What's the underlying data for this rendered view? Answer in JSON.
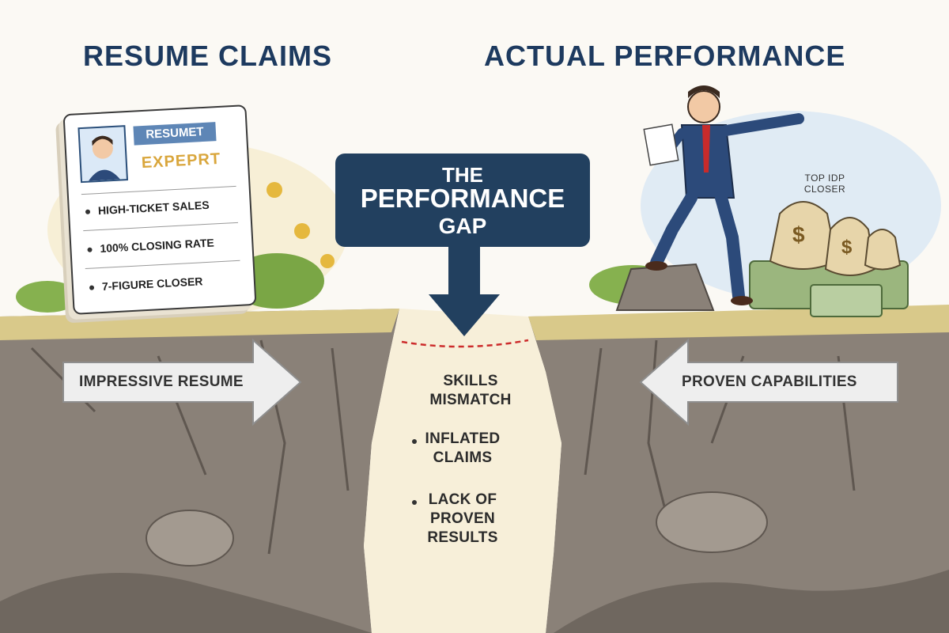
{
  "headings": {
    "left": "RESUME CLAIMS",
    "right": "ACTUAL PERFORMANCE"
  },
  "resume": {
    "tag": "RESUMET",
    "expert": "EXPEPRT",
    "items": [
      "HIGH-TICKET SALES",
      "100% CLOSING RATE",
      "7-FIGURE CLOSER"
    ]
  },
  "gap_box": {
    "line1": "THE",
    "line2": "PERFORMANCE",
    "line3": "GAP"
  },
  "arrows": {
    "left": "IMPRESSIVE RESUME",
    "right": "PROVEN CAPABILITIES"
  },
  "gap_items": [
    "SKILLS MISMATCH",
    "INFLATED CLAIMS",
    "LACK OF PROVEN RESULTS"
  ],
  "top_closer": "TOP IDP CLOSER",
  "colors": {
    "navy": "#22405f",
    "heading": "#1d3a5f",
    "rock": "#7c736a",
    "grass": "#7aa645",
    "money": "#d9a63c"
  }
}
